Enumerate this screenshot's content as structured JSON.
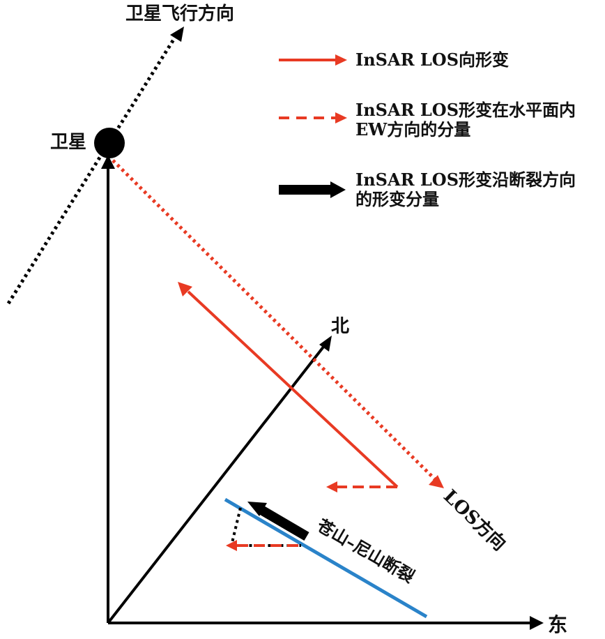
{
  "labels": {
    "satellite_flight_direction": "卫星飞行方向",
    "satellite": "卫星",
    "north": "北",
    "east": "东",
    "los_direction": "LOS方向",
    "fault_name": "苍山–尼山断裂"
  },
  "legend": {
    "item1_text": "InSAR LOS向形变",
    "item2_line1": "InSAR LOS形变在水平面内",
    "item2_line2": "EW方向的分量",
    "item3_line1": "InSAR LOS形变沿断裂方向",
    "item3_line2": "的形变分量"
  },
  "colors": {
    "red": "#e83a23",
    "black": "#000000",
    "blue": "#2a83c9"
  }
}
